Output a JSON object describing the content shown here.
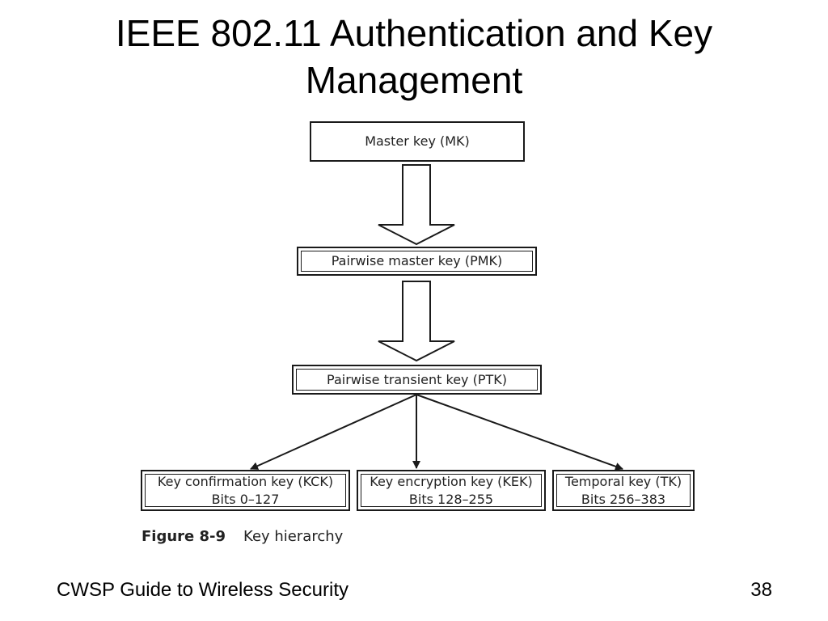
{
  "slide": {
    "title_line1": "IEEE 802.11 Authentication and Key",
    "title_line2": "Management"
  },
  "diagram": {
    "nodes": {
      "mk": {
        "label": "Master key (MK)"
      },
      "pmk": {
        "label": "Pairwise master key (PMK)"
      },
      "ptk": {
        "label": "Pairwise transient key (PTK)"
      },
      "kck": {
        "label": "Key confirmation key (KCK)",
        "bits": "Bits 0–127"
      },
      "kek": {
        "label": "Key encryption key (KEK)",
        "bits": "Bits 128–255"
      },
      "tk": {
        "label": "Temporal key (TK)",
        "bits": "Bits 256–383"
      }
    },
    "edges": [
      {
        "from": "mk",
        "to": "pmk",
        "style": "hollow-block-arrow"
      },
      {
        "from": "pmk",
        "to": "ptk",
        "style": "hollow-block-arrow"
      },
      {
        "from": "ptk",
        "to": "kck",
        "style": "line-arrow"
      },
      {
        "from": "ptk",
        "to": "kek",
        "style": "line-arrow"
      },
      {
        "from": "ptk",
        "to": "tk",
        "style": "line-arrow"
      }
    ]
  },
  "caption": {
    "figure_number": "Figure 8-9",
    "figure_title": "Key hierarchy"
  },
  "footer": {
    "course": "CWSP Guide to Wireless Security",
    "page_number": "38"
  },
  "colors": {
    "stroke": "#1a1a1a",
    "text": "#222222",
    "background": "#ffffff"
  }
}
